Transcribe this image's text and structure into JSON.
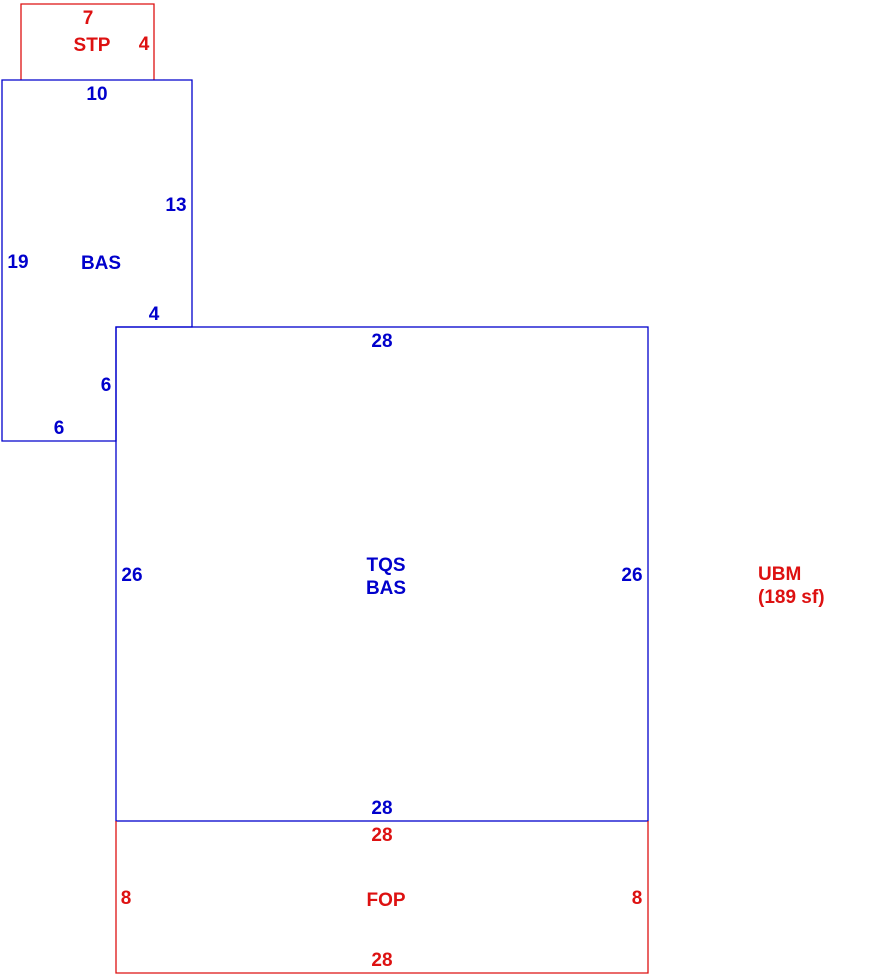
{
  "colors": {
    "living_area": "#0000cc",
    "exterior_area": "#dd1111",
    "background": "#ffffff"
  },
  "stp": {
    "label": "STP",
    "dims": {
      "top": "7",
      "right": "4"
    }
  },
  "bas_upper": {
    "label": "BAS",
    "dims": {
      "top": "10",
      "right": "13",
      "left": "19",
      "step_top": "4",
      "step_side": "6",
      "bottom": "6"
    }
  },
  "tqs_bas": {
    "label_line1": "TQS",
    "label_line2": "BAS",
    "dims": {
      "top": "28",
      "left": "26",
      "right": "26",
      "bottom": "28"
    }
  },
  "fop": {
    "label": "FOP",
    "dims": {
      "top": "28",
      "left": "8",
      "right": "8",
      "bottom": "28"
    }
  },
  "ubm": {
    "label": "UBM",
    "area": "(189 sf)"
  }
}
